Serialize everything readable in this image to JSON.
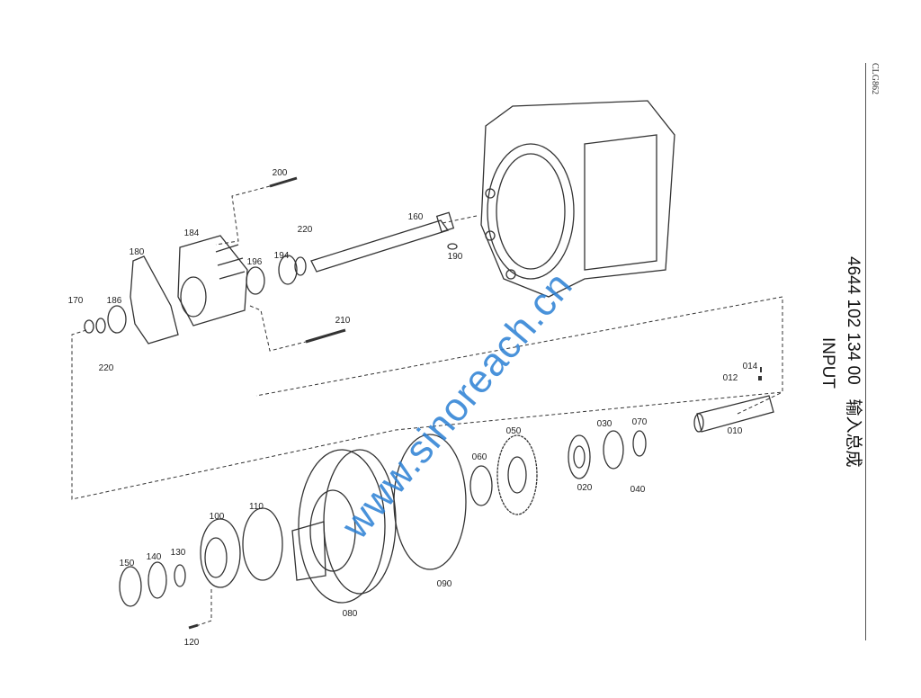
{
  "doc_code": "CLG862",
  "title": {
    "part_number_line": "4644 102 134 00   输入总成",
    "subtitle": "INPUT"
  },
  "watermark": "www.sinoreach.cn",
  "part_labels": [
    "200",
    "160",
    "184",
    "180",
    "220",
    "196",
    "194",
    "190",
    "170",
    "186",
    "220",
    "210",
    "014",
    "012",
    "010",
    "070",
    "030",
    "050",
    "060",
    "020",
    "040",
    "110",
    "100",
    "150",
    "140",
    "130",
    "090",
    "080",
    "120"
  ]
}
